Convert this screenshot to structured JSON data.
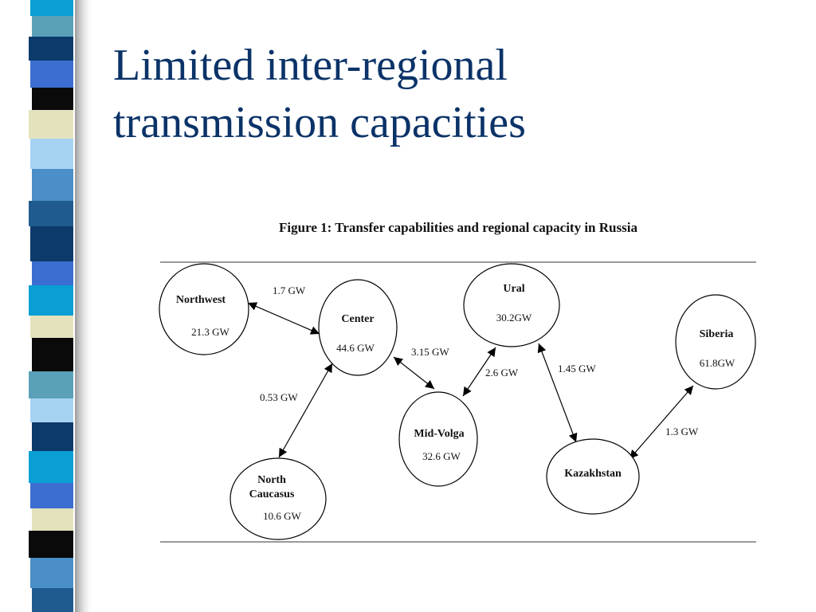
{
  "slide": {
    "title_lines": [
      "Limited inter-regional",
      "transmission capacities"
    ]
  },
  "figure": {
    "caption": "Figure 1: Transfer capabilities and regional capacity in Russia",
    "nodes": {
      "northwest": {
        "name_lines": [
          "Northwest"
        ],
        "capacity": "21.3 GW"
      },
      "center": {
        "name_lines": [
          "Center"
        ],
        "capacity": "44.6 GW"
      },
      "ural": {
        "name_lines": [
          "Ural"
        ],
        "capacity": "30.2GW"
      },
      "siberia": {
        "name_lines": [
          "Siberia"
        ],
        "capacity": "61.8GW"
      },
      "mid_volga": {
        "name_lines": [
          "Mid-Volga"
        ],
        "capacity": "32.6 GW"
      },
      "north_caucasus": {
        "name_lines": [
          "North",
          "Caucasus"
        ],
        "capacity": "10.6 GW"
      },
      "kazakhstan": {
        "name_lines": [
          "Kazakhstan"
        ],
        "capacity": ""
      }
    },
    "edges": {
      "northwest_center": {
        "from": "Northwest",
        "to": "Center",
        "label": "1.7 GW"
      },
      "center_mid_volga": {
        "from": "Center",
        "to": "Mid-Volga",
        "label": "3.15 GW"
      },
      "center_north_caucasus": {
        "from": "Center",
        "to": "North Caucasus",
        "label": "0.53 GW"
      },
      "ural_mid_volga": {
        "from": "Ural",
        "to": "Mid-Volga",
        "label": "2.6 GW"
      },
      "ural_kazakhstan": {
        "from": "Ural",
        "to": "Kazakhstan",
        "label": "1.45 GW"
      },
      "kazakhstan_siberia": {
        "from": "Kazakhstan",
        "to": "Siberia",
        "label": "1.3 GW"
      }
    }
  },
  "colors": {
    "title": "#0b3368",
    "strip_palette": [
      "#0a9fd4",
      "#5aa0b8",
      "#0b3a6b",
      "#3b6ed0",
      "#0a0a0a",
      "#e4e2bd",
      "#a7d3f2",
      "#4a8fc8",
      "#1f5b8e"
    ]
  }
}
